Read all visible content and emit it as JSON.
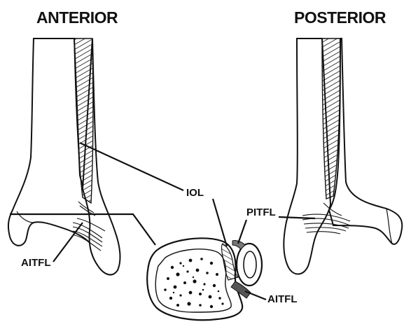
{
  "views": {
    "anterior": "ANTERIOR",
    "posterior": "POSTERIOR"
  },
  "labels": {
    "iol": "IOL",
    "pitfl": "PITFL",
    "aitfl_left": "AITFL",
    "aitfl_cross": "AITFL"
  },
  "colors": {
    "ink": "#111111",
    "background": "#ffffff",
    "bone_fill": "#ffffff",
    "cortex": "#ffffff",
    "ligament_shade": "#555555"
  }
}
